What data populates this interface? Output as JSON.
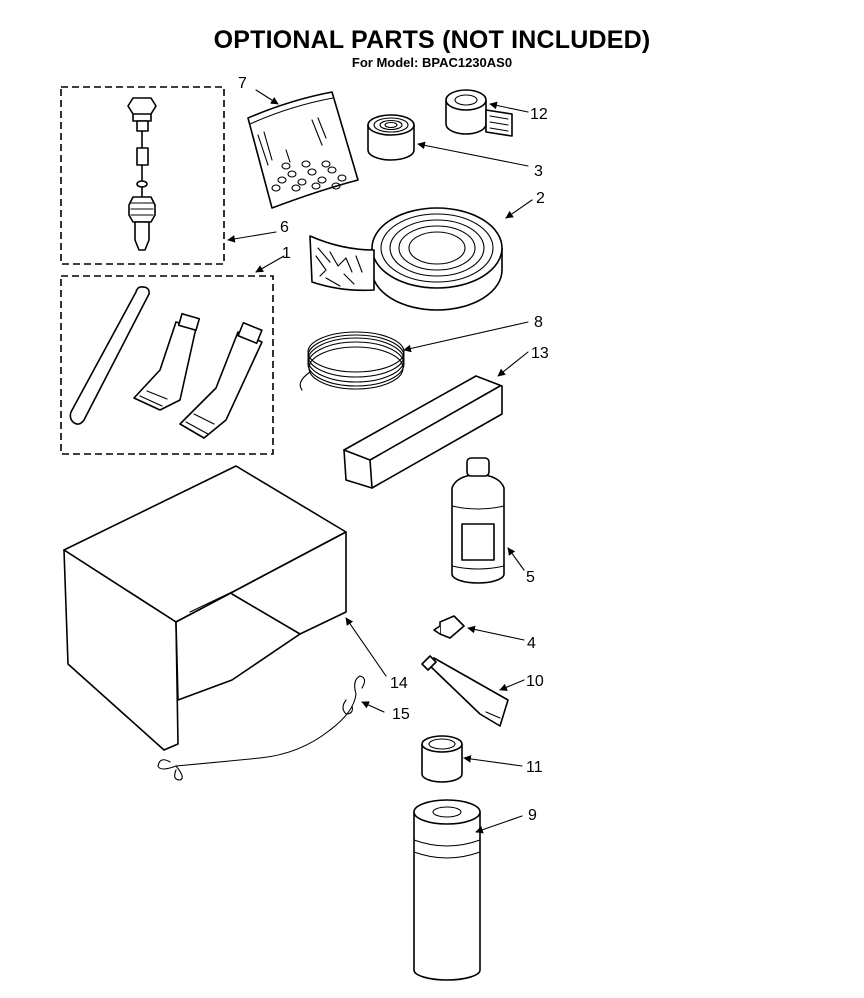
{
  "header": {
    "title": "OPTIONAL PARTS (NOT INCLUDED)",
    "subtitle": "For Model: BPAC1230AS0"
  },
  "callouts": {
    "c1": "1",
    "c2": "2",
    "c3": "3",
    "c4": "4",
    "c5": "5",
    "c6": "6",
    "c7": "7",
    "c8": "8",
    "c9": "9",
    "c10": "10",
    "c11": "11",
    "c12": "12",
    "c13": "13",
    "c14": "14",
    "c15": "15"
  }
}
